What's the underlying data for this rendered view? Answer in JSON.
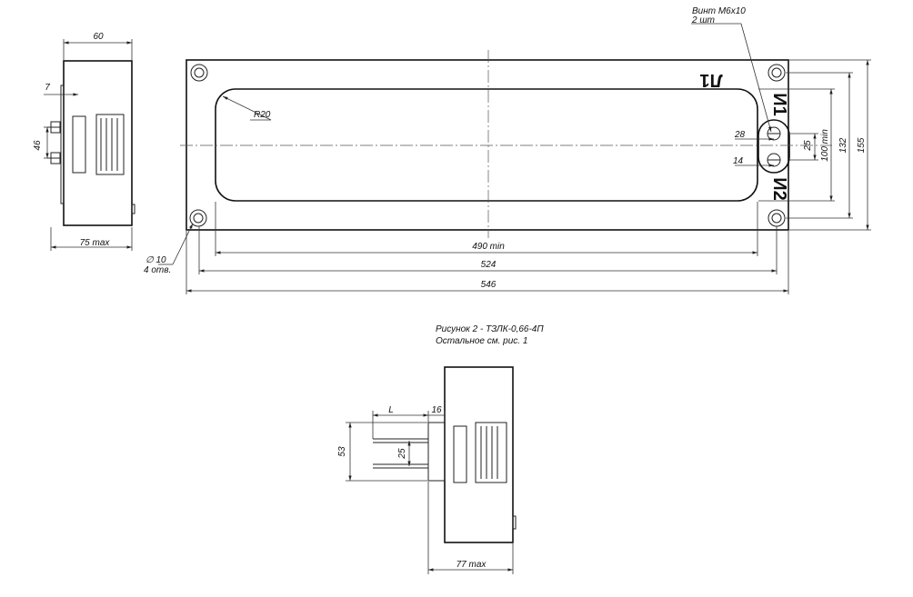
{
  "top_side_view": {
    "width_dim": "60",
    "gap_dim": "7",
    "pin_spacing_dim": "46",
    "overall_dim": "75 max"
  },
  "top_front_view": {
    "terminal_top_label": "Л1",
    "terminal_i1_label": "И1",
    "terminal_i2_label": "И2",
    "screw_label_line1": "Винт М6х10",
    "screw_label_line2": "2 шт",
    "radius_dim": "R20",
    "hole_dim_line1": "∅ 10",
    "hole_dim_line2": "4 отв.",
    "window_width_dim": "490 min",
    "hole_spacing_dim": "524",
    "overall_width_dim": "546",
    "terminal_dim_28": "28",
    "terminal_dim_14": "14",
    "terminal_dim_25": "25",
    "window_height_dim": "100 min",
    "hole_vspacing_dim": "132",
    "overall_height_dim": "155"
  },
  "caption": {
    "line1": "Рисунок 2 - ТЗЛК-0,66-4П",
    "line2": "Остальное см. рис. 1"
  },
  "bottom_view": {
    "length_dim": "L",
    "stub_dim": "16",
    "height_dim": "53",
    "pin_spacing_dim": "25",
    "overall_dim": "77 max"
  }
}
